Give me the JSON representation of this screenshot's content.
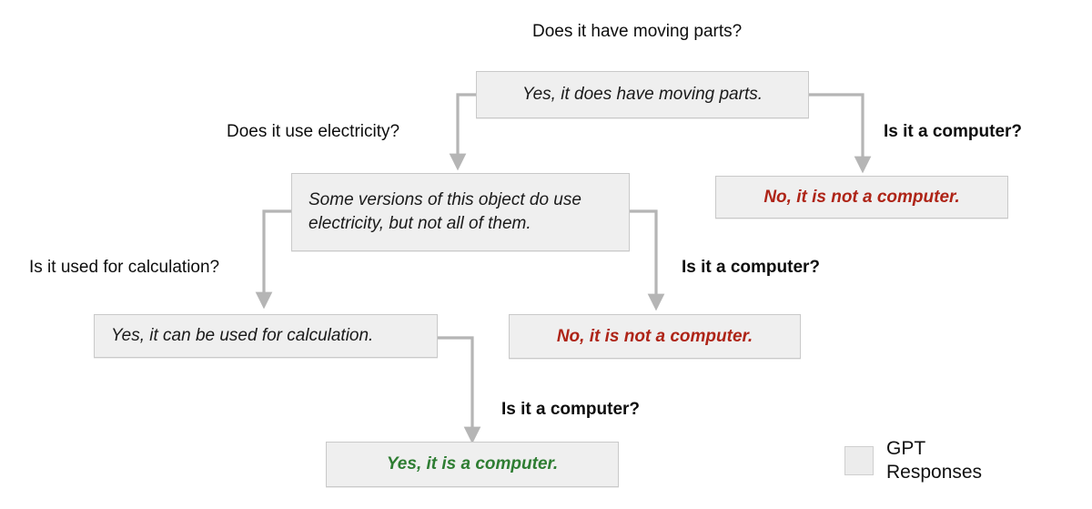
{
  "diagram": {
    "title_question": "Does it have moving parts?",
    "legend": {
      "swatch_name": "gpt-response-swatch",
      "line1": "GPT",
      "line2": "Responses"
    },
    "colors": {
      "box_fill": "#EFEFEF",
      "box_border": "#C9C9C9",
      "connector": "#B5B5B5",
      "negative_text": "#AE2417",
      "positive_text": "#2E7D32",
      "label_text": "#0D0D0D"
    },
    "nodes": [
      {
        "id": "moving-parts",
        "text": "Yes, it does have moving parts.",
        "kind": "neutral",
        "align": "center"
      },
      {
        "id": "electricity",
        "text": "Some versions of this object do use electricity, but not all of them.",
        "kind": "neutral",
        "align": "left"
      },
      {
        "id": "not-computer-right",
        "text": "No, it is not a computer.",
        "kind": "negative",
        "align": "center"
      },
      {
        "id": "calculation",
        "text": "Yes, it can be used for calculation.",
        "kind": "neutral",
        "align": "left"
      },
      {
        "id": "not-computer-mid",
        "text": "No, it is not a computer.",
        "kind": "negative",
        "align": "center"
      },
      {
        "id": "is-computer",
        "text": "Yes, it is a computer.",
        "kind": "positive",
        "align": "center"
      }
    ],
    "edge_labels": [
      {
        "id": "electricity-q",
        "text": "Does it use electricity?",
        "bold": false
      },
      {
        "id": "computer-q-1",
        "text": "Is it a computer?",
        "bold": true
      },
      {
        "id": "calculation-q",
        "text": "Is it used for calculation?",
        "bold": false
      },
      {
        "id": "computer-q-2",
        "text": "Is it a computer?",
        "bold": true
      },
      {
        "id": "computer-q-3",
        "text": "Is it a computer?",
        "bold": true
      }
    ]
  }
}
